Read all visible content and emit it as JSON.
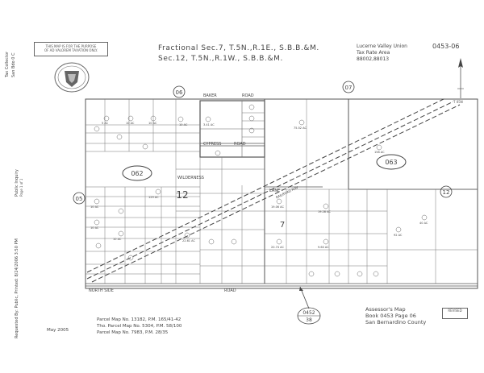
{
  "map_header": {
    "title_line1": "Fractional Sec.7, T.5N.,R.1E., S.B.B.&M.",
    "title_line2": "Sec.12, T.5N.,R.1W., S.B.B.&M.",
    "district": "Lucerne Valley Union",
    "district_code": "0453-06",
    "tax_rate_area_label": "Tax Rate Area",
    "tax_rate_area": "88002,88013"
  },
  "disclaimer": {
    "line1": "THIS MAP IS FOR THE PURPOSE",
    "line2": "OF AD VALOREM TAXATION ONLY."
  },
  "side_left": {
    "top": "Tax Collector",
    "middle": "Public Inquiry",
    "bottom": "Requested By: Public, Printed: 8/24/2006 3:50 PM"
  },
  "book_labels": [
    "062",
    "063"
  ],
  "section_labels": [
    "05",
    "06",
    "07",
    "12"
  ],
  "section_numbers": [
    "7",
    "12"
  ],
  "road_labels": [
    "BAKER",
    "ROAD",
    "CYPRESS",
    "ROAD",
    "WILDERNESS",
    "LANE",
    "NORTH SIDE",
    "ROAD",
    "RAILROAD R/W"
  ],
  "adjacent_page": {
    "book": "0452",
    "page": "38"
  },
  "references": {
    "line1": "Parcel Map No. 13182, P.M. 165/41-42",
    "line2": "Tho. Parcel Map No. 5304, P.M. 58/100",
    "line3": "Parcel Map No. 7983, P.M. 28/35"
  },
  "assessor": {
    "line1": "Assessor's Map",
    "line2": "Book 0453 Page 06",
    "line3": "San Bernardino County"
  },
  "date": "May 2005",
  "revised": "REVISED",
  "north_label": "T 05N"
}
